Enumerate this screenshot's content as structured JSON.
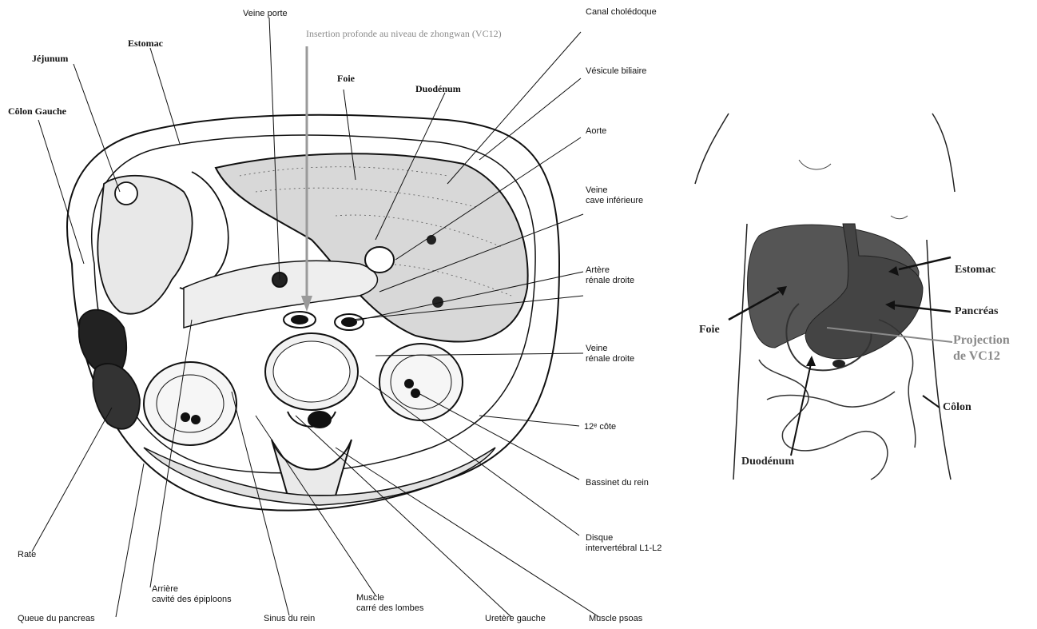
{
  "cross_section": {
    "labels": {
      "veine_porte": "Veine porte",
      "canal_choledoque": "Canal cholédoque",
      "insertion": "Insertion profonde au niveau de zhongwan (VC12)",
      "estomac": "Estomac",
      "jejunum": "Jéjunum",
      "foie": "Foie",
      "duodenum": "Duodénum",
      "vesicule_biliaire": "Vésicule biliaire",
      "colon_gauche": "Côlon Gauche",
      "aorte": "Aorte",
      "veine_cave_line1": "Veine",
      "veine_cave_line2": "cave inférieure",
      "artere_renale_line1": "Artère",
      "artere_renale_line2": "rénale droite",
      "veine_renale_line1": "Veine",
      "veine_renale_line2": "rénale droite",
      "douzieme_cote": "12ᵉ côte",
      "bassinet": "Bassinet du rein",
      "disque_line1": "Disque",
      "disque_line2": "intervertébral L1-L2",
      "rate": "Rate",
      "queue_pancreas": "Queue du pancreas",
      "arriere_line1": "Arrière",
      "arriere_line2": "cavité des épiploons",
      "sinus_rein": "Sinus du rein",
      "muscle_carre_line1": "Muscle",
      "muscle_carre_line2": "carré des lombes",
      "uretere_gauche": "Uretère gauche",
      "muscle_psoas": "Muscle psoas"
    }
  },
  "projection": {
    "labels": {
      "estomac": "Estomac",
      "pancreas": "Pancréas",
      "foie": "Foie",
      "projection_line1": "Projection",
      "projection_line2": "de VC12",
      "colon": "Côlon",
      "duodenum": "Duodénum"
    }
  },
  "colors": {
    "ink": "#111111",
    "arrow_grey": "#9a9a9a",
    "organ_dark": "#4a4a4a",
    "organ_mid": "#6e6e6e"
  }
}
